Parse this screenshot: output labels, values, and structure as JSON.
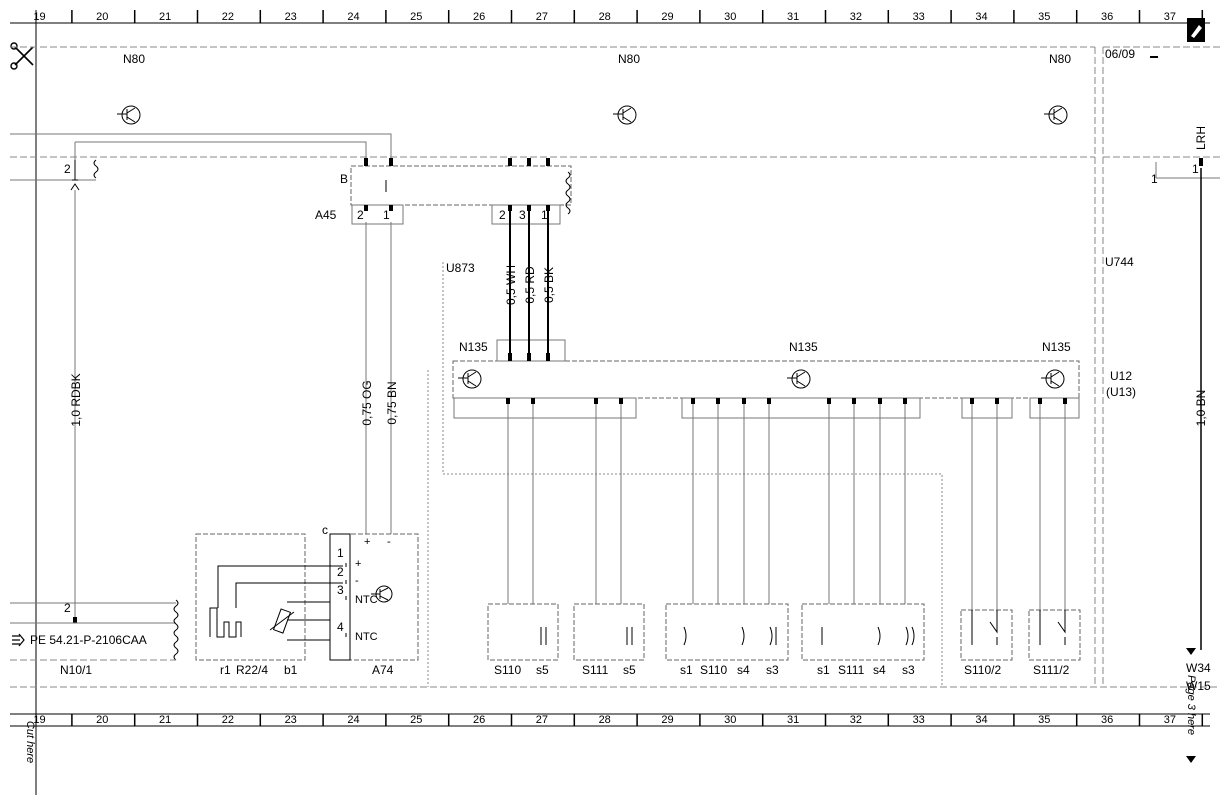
{
  "grid": {
    "columns": [
      "19",
      "20",
      "21",
      "22",
      "23",
      "24",
      "25",
      "26",
      "27",
      "28",
      "29",
      "30",
      "31",
      "32",
      "33",
      "34",
      "35",
      "36",
      "37"
    ]
  },
  "header": {
    "date": "06/09",
    "side_label": "LRH"
  },
  "footer": {
    "cut_here": "Cut here",
    "page_note": "Page 3 here"
  },
  "components": {
    "n80_left": "N80",
    "n80_mid": "N80",
    "n80_right": "N80",
    "a45": "A45",
    "a45_pin_b": "B",
    "a45_pins_left": [
      "2",
      "1"
    ],
    "a45_pins_right": [
      "2",
      "3",
      "1"
    ],
    "u873": "U873",
    "u744": "U744",
    "u12": "U12",
    "u13": "(U13)",
    "n135_left": "N135",
    "n135_mid": "N135",
    "n135_right": "N135",
    "n10_1": "N10/1",
    "pe_ref": "PE 54.21-P-2106CAA",
    "a74": "A74",
    "a74_c": "c",
    "a74_pins": [
      "1",
      "2",
      "3",
      "4"
    ],
    "a74_plus": "+",
    "a74_minus": "-",
    "ntc_upper": "NTC",
    "ntc_lower": "NTC",
    "r22_r1": "r1",
    "r22_4": "R22/4",
    "r22_b1": "b1",
    "n10_pin": "2",
    "left_pin": "2",
    "right_pin_a": "1",
    "right_pin_b": "1",
    "w34": "W34",
    "w15": "W15"
  },
  "wires": {
    "rdbk": "1,0 RDBK",
    "og": "0,75 OG",
    "bn": "0,75 BN",
    "wh": "0,5 WH",
    "rd": "0,5 RD",
    "bk": "0,5 BK",
    "right_bn": "1,0 BN"
  },
  "switch_labels": {
    "sw1": [
      "S110",
      "s5"
    ],
    "sw2": [
      "S111",
      "s5"
    ],
    "sw3": [
      "s1",
      "S110",
      "s4",
      "s3"
    ],
    "sw4": [
      "s1",
      "S111",
      "s4",
      "s3"
    ],
    "sw5": [
      "S110/2"
    ],
    "sw6": [
      "S111/2"
    ]
  }
}
